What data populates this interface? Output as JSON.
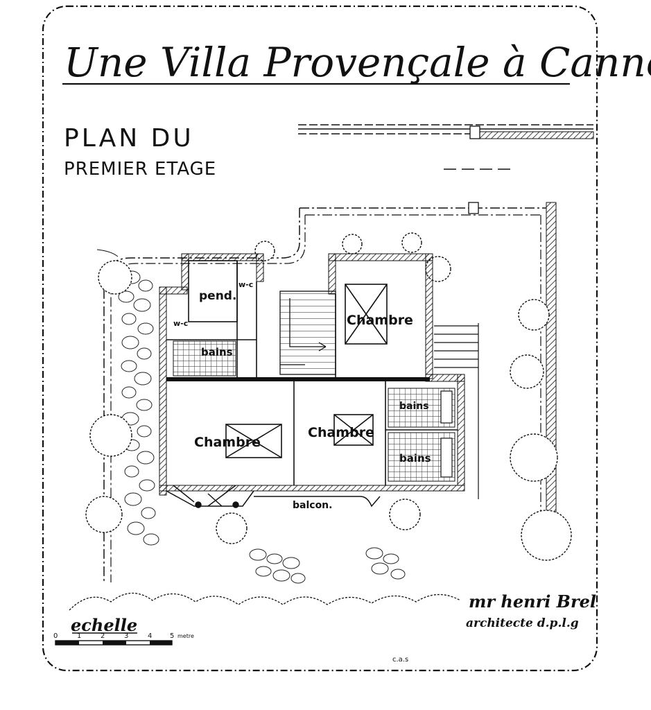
{
  "title": "Une Villa Provençale à Cannes",
  "subtitle": {
    "line1": "PLAN DU",
    "line2": "PREMIER ETAGE"
  },
  "rooms": {
    "chambre_top": "Chambre",
    "chambre_left": "Chambre",
    "chambre_center": "Chambre",
    "pend": "pend.",
    "wc_upper": "w-c",
    "wc_lower": "w-c",
    "bains_left": "bains",
    "bains_right_top": "bains",
    "bains_right_bottom": "bains",
    "balcon": "balcon."
  },
  "scale": {
    "label": "echelle",
    "ticks": [
      "0",
      "1",
      "2",
      "3",
      "4",
      "5"
    ],
    "unit": "metre"
  },
  "architect": {
    "name": "mr henri Brel",
    "title": "architecte d.p.l.g"
  },
  "page_mark": "c.a.s"
}
